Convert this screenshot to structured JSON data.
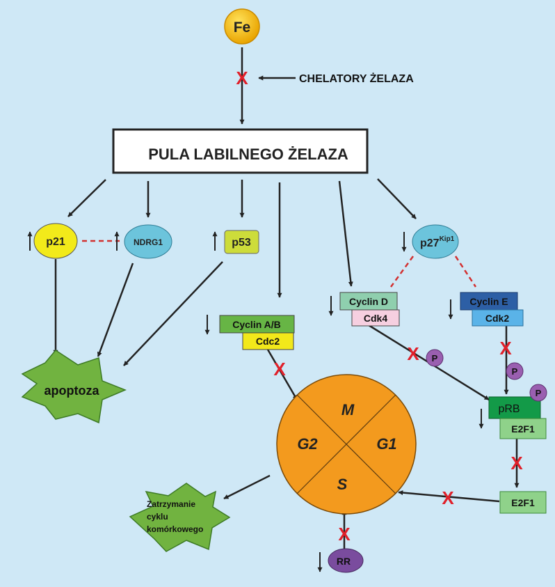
{
  "colors": {
    "background": "#cfe8f6",
    "arrow": "#222222",
    "block": "#e0202a",
    "dashed": "#d23030",
    "fe": "#f5b800",
    "p21": "#f2ea1a",
    "ndrg1": "#6cc4dc",
    "p53": "#cddc3a",
    "green_box": "#67b545",
    "yellow_box": "#f2e81a",
    "cyclin_d": "#8fcfae",
    "cdk4": "#f6cfe0",
    "cyclin_e": "#2d5fa5",
    "cdk2": "#5ab3e8",
    "prb": "#139a48",
    "e2f1": "#8fd28a",
    "phospho": "#9a5fb0",
    "cycle": "#f39a1e",
    "apoptosis": "#71b340",
    "rr": "#7a4c9e"
  },
  "nodes": {
    "fe": "Fe",
    "chelators": "CHELATORY ŻELAZA",
    "pool": "PULA LABILNEGO ŻELAZA",
    "p21": "p21",
    "ndrg1": "NDRG1",
    "p53": "p53",
    "p27_main": "p27",
    "p27_sup": "Kip1",
    "cyclin_ab": "Cyclin A/B",
    "cdc2": "Cdc2",
    "cyclin_d": "Cyclin D",
    "cdk4": "Cdk4",
    "cyclin_e": "Cyclin E",
    "cdk2": "Cdk2",
    "prb": "pRB",
    "e2f1_bound": "E2F1",
    "e2f1_free": "E2F1",
    "apoptosis": "apoptoza",
    "arrest_1": "Zatrzymanie",
    "arrest_2": "cyklu",
    "arrest_3": "komórkowego",
    "rr": "RR",
    "phospho": "P",
    "block": "X",
    "phase_m": "M",
    "phase_g1": "G1",
    "phase_s": "S",
    "phase_g2": "G2"
  }
}
